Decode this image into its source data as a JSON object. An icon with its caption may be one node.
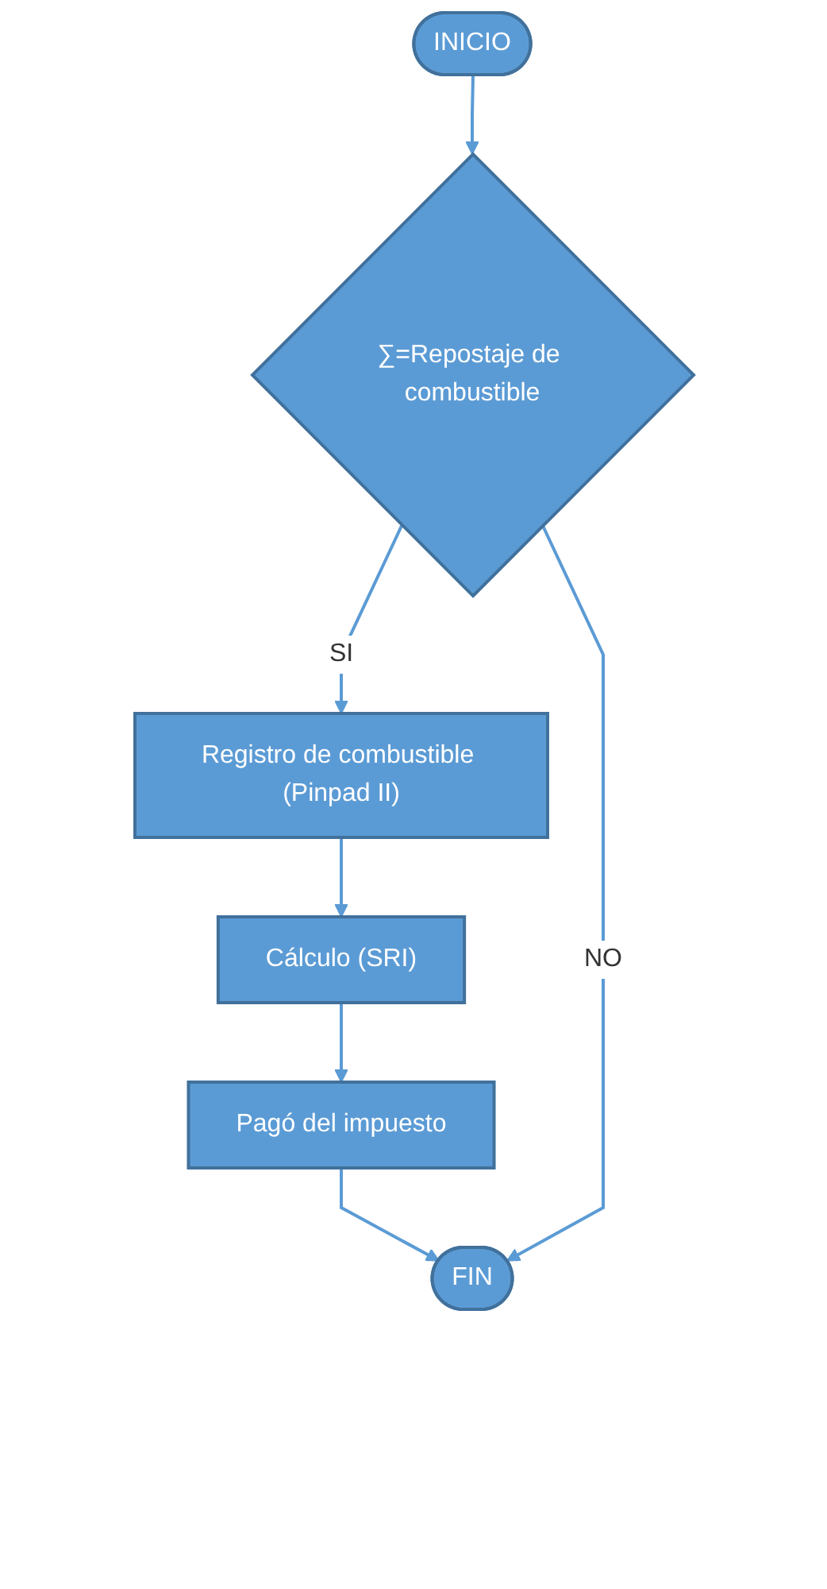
{
  "diagram": {
    "nodes": [
      {
        "text": [
          "INICIO"
        ]
      },
      {
        "text": [
          "∑=Repostaje de combustible"
        ]
      },
      {
        "text": [
          "Registro de combustible (Pinpad II)"
        ]
      },
      {
        "text": [
          "Cálculo (SRI)"
        ]
      },
      {
        "text": [
          "Pagó del impuesto"
        ]
      },
      {
        "text": [
          "FIN"
        ]
      }
    ],
    "edges": [
      {
        "from": 0,
        "to": 1,
        "arrow": "to"
      },
      {
        "from": 1,
        "to": 2,
        "arrow": "to",
        "label": "SI"
      },
      {
        "from": 2,
        "to": 3,
        "arrow": "to"
      },
      {
        "from": 3,
        "to": 4,
        "arrow": "to"
      },
      {
        "from": 4,
        "to": 5,
        "arrow": "to"
      },
      {
        "from": 1,
        "to": 5,
        "arrow": "to",
        "label": "NO"
      }
    ]
  }
}
